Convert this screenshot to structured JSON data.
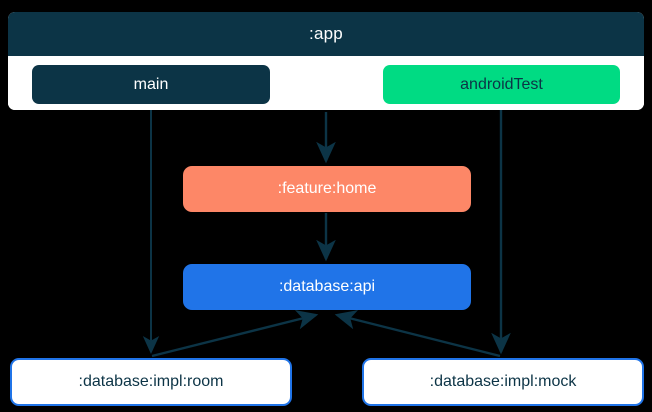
{
  "graph": {
    "title": ":app",
    "background_color": "#000000",
    "edge_color": "#0c3446",
    "clusters": [
      {
        "id": "app",
        "label": ":app",
        "header_color": "#0c3446",
        "body_color": "#ffffff",
        "label_color": "#ffffff"
      }
    ],
    "nodes": [
      {
        "id": "main",
        "label": "main",
        "fill": "#0c3446",
        "text_color": "#ffffff",
        "shape": "rounded-rect",
        "cluster": "app"
      },
      {
        "id": "androidTest",
        "label": "androidTest",
        "fill": "#00db83",
        "text_color": "#0c3446",
        "shape": "rounded-rect",
        "cluster": "app"
      },
      {
        "id": "feature-home",
        "label": ":feature:home",
        "fill": "#fd8767",
        "text_color": "#ffffff",
        "shape": "rounded-rect",
        "cluster": null
      },
      {
        "id": "database-api",
        "label": ":database:api",
        "fill": "#2074e8",
        "text_color": "#ffffff",
        "shape": "rounded-rect",
        "cluster": null
      },
      {
        "id": "database-impl-room",
        "label": ":database:impl:room",
        "fill": "#ffffff",
        "text_color": "#0c3446",
        "border_color": "#2074e8",
        "shape": "rounded-rect",
        "cluster": null
      },
      {
        "id": "database-impl-mock",
        "label": ":database:impl:mock",
        "fill": "#ffffff",
        "text_color": "#0c3446",
        "border_color": "#2074e8",
        "shape": "rounded-rect",
        "cluster": null
      }
    ],
    "edges": [
      {
        "from": "main",
        "to": "database-impl-room",
        "direction": "down"
      },
      {
        "from": "app",
        "to": "feature-home",
        "direction": "down"
      },
      {
        "from": "androidTest",
        "to": "database-impl-mock",
        "direction": "down"
      },
      {
        "from": "feature-home",
        "to": "database-api",
        "direction": "down"
      },
      {
        "from": "database-impl-room",
        "to": "database-api",
        "direction": "up"
      },
      {
        "from": "database-impl-mock",
        "to": "database-api",
        "direction": "up"
      }
    ]
  }
}
